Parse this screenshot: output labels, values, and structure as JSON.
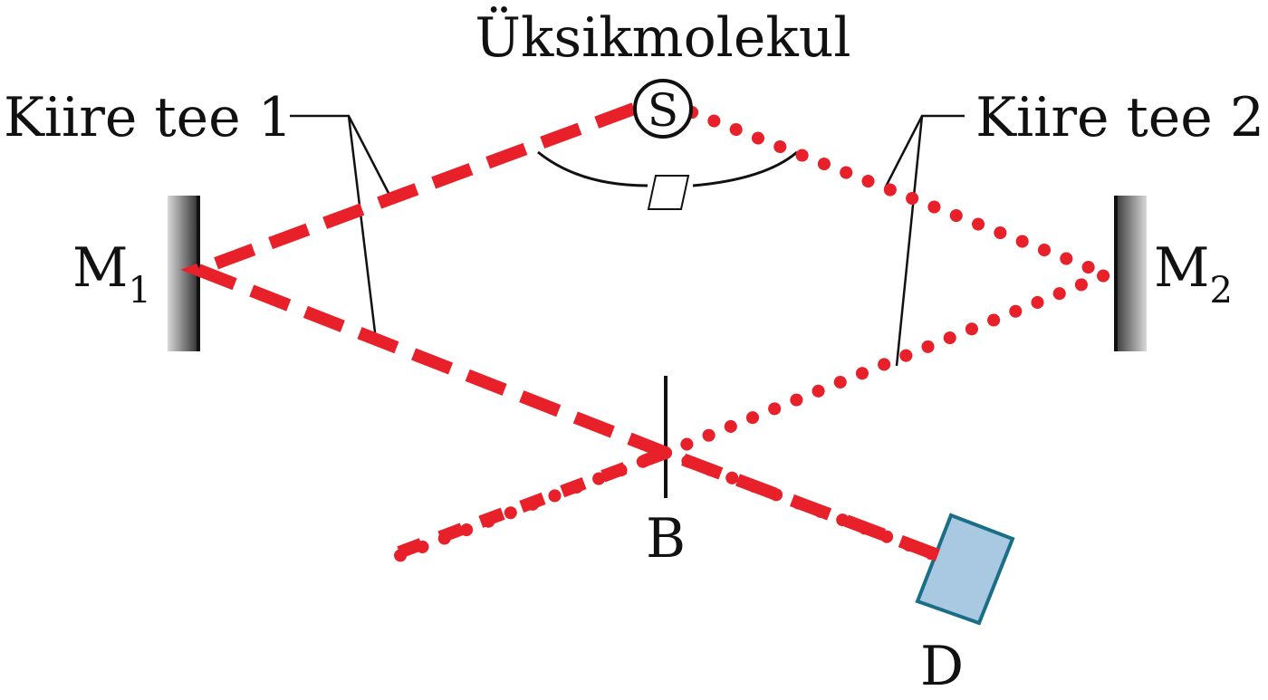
{
  "labels": {
    "source_title": "Üksikmolekul",
    "source_symbol": "S",
    "path1": "Kiire tee 1",
    "path2": "Kiire tee 2",
    "mirror1_main": "M",
    "mirror1_sub": "1",
    "mirror2_main": "M",
    "mirror2_sub": "2",
    "beamsplitter": "B",
    "detector": "D"
  },
  "colors": {
    "beam": "#e8202a",
    "detector_fill": "#a9c8e2",
    "detector_stroke": "#1a6f87",
    "mirror_dark": "#333333",
    "mirror_light": "#d6d6d6"
  }
}
